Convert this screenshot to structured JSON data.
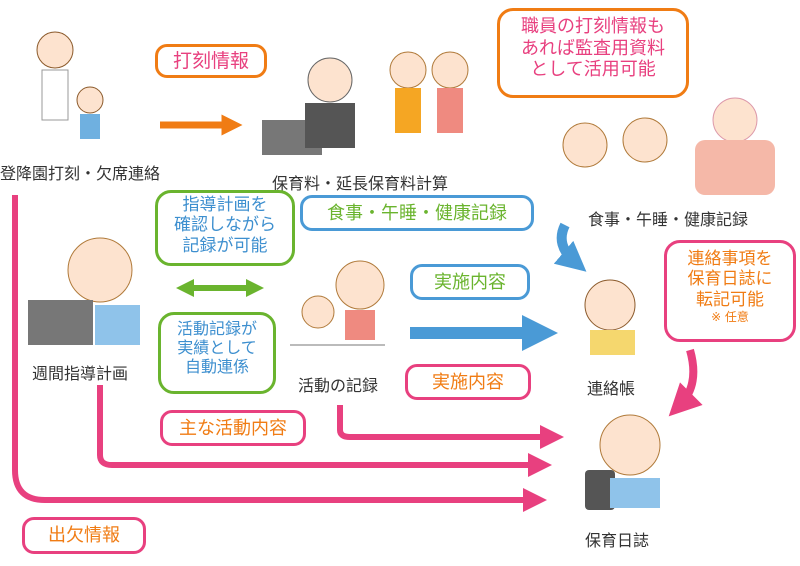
{
  "labels": {
    "attendance": "登降園打刻・欠席連絡",
    "fees": "保育料・延長保育料計算",
    "meal_record": "食事・午睡・健康記録",
    "weekly_plan": "週間指導計画",
    "activity_record": "活動の記録",
    "contact_book": "連絡帳",
    "daily_log": "保育日誌"
  },
  "callouts": {
    "timestamp": "打刻情報",
    "staff_note": [
      "職員の打刻情報も",
      "あれば監査用資料",
      "として活用可能"
    ],
    "meal_flow": "食事・午睡・健康記録",
    "plan_check": [
      "指導計画を",
      "確認しながら",
      "記録が可能"
    ],
    "auto_link": [
      "活動記録が",
      "実績として",
      "自動連係"
    ],
    "content_blue": "実施内容",
    "content_pink": "実施内容",
    "main_activity": "主な活動内容",
    "attendance_info": "出欠情報",
    "transfer": [
      "連絡事項を",
      "保育日誌に",
      "転記可能"
    ],
    "transfer_note": "※ 任意"
  },
  "colors": {
    "orange": "#f07c14",
    "pink": "#e8407f",
    "blue": "#4a9ad6",
    "green": "#6ab42e",
    "textblue": "#3d8fcf",
    "textgreen": "#6ab42e"
  }
}
